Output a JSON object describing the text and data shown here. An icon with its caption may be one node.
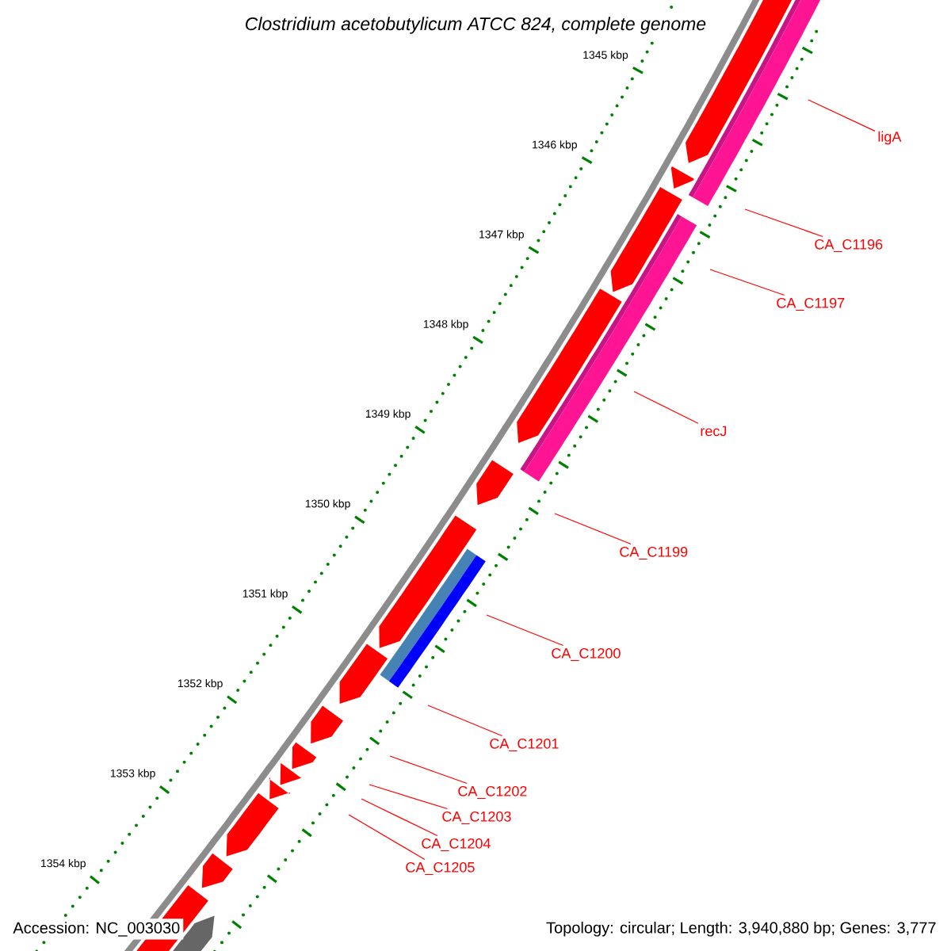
{
  "diagram": {
    "title": "Clostridium acetobutylicum ATCC 824, complete genome",
    "nodes": [
      {
        "text": [
          "ligA"
        ]
      },
      {
        "text": [
          "CA_C1196"
        ]
      },
      {
        "text": [
          "CA_C1197"
        ]
      },
      {
        "text": [
          "recJ"
        ]
      },
      {
        "text": [
          "CA_C1199"
        ]
      },
      {
        "text": [
          "CA_C1200"
        ]
      },
      {
        "text": [
          "CA_C1201"
        ]
      },
      {
        "text": [
          "CA_C1202"
        ]
      },
      {
        "text": [
          "CA_C1203"
        ]
      },
      {
        "text": [
          "CA_C1204"
        ]
      },
      {
        "text": [
          "CA_C1205"
        ]
      }
    ],
    "edges": [
      {
        "from": 0,
        "to": null,
        "arrow": "none"
      },
      {
        "from": 1,
        "to": null,
        "arrow": "none"
      },
      {
        "from": 2,
        "to": null,
        "arrow": "none"
      },
      {
        "from": 3,
        "to": null,
        "arrow": "none"
      },
      {
        "from": 4,
        "to": null,
        "arrow": "none"
      },
      {
        "from": 5,
        "to": null,
        "arrow": "none"
      },
      {
        "from": 6,
        "to": null,
        "arrow": "none"
      },
      {
        "from": 7,
        "to": null,
        "arrow": "none"
      },
      {
        "from": 8,
        "to": null,
        "arrow": "none"
      },
      {
        "from": 9,
        "to": null,
        "arrow": "none"
      },
      {
        "from": 10,
        "to": null,
        "arrow": "none"
      }
    ],
    "labels": [
      "1345 kbp",
      "1346 kbp",
      "1347 kbp",
      "1348 kbp",
      "1349 kbp",
      "1350 kbp",
      "1351 kbp",
      "1352 kbp",
      "1353 kbp",
      "1354 kbp",
      "Accession: NC_003030",
      "Topology: circular; Length: 3,940,880 bp; Genes: 3,777"
    ]
  }
}
